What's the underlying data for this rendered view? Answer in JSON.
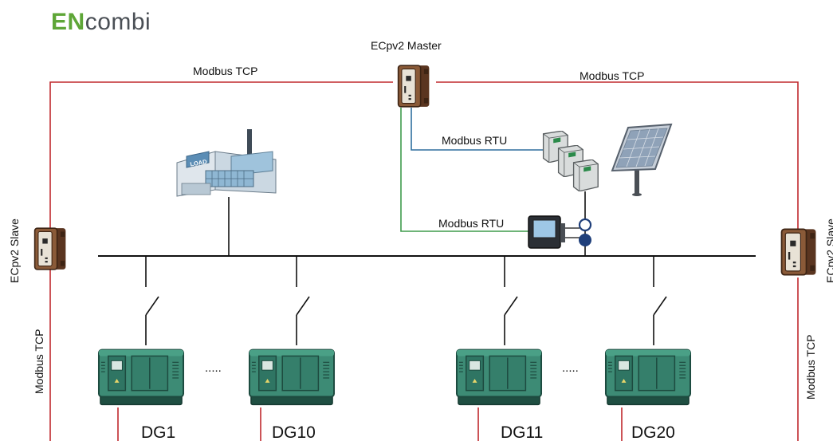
{
  "logo": {
    "prefix": "EN",
    "suffix": "combi"
  },
  "colors": {
    "tcp": "#c0282d",
    "rtu_blue": "#2e6f9e",
    "rtu_green": "#3f9b4c",
    "bus": "#111111",
    "genset": "#3d8b75"
  },
  "labels": {
    "master": "ECpv2 Master",
    "slave_left": "ECpv2 Slave",
    "slave_right": "ECpv2 Slave",
    "tcp_top_left": "Modbus TCP",
    "tcp_top_right": "Modbus TCP",
    "tcp_left_vertical": "Modbus TCP",
    "tcp_right_vertical": "Modbus TCP",
    "rtu_pv": "Modbus RTU",
    "rtu_meter": "Modbus RTU",
    "load_sign": "LOAD",
    "ellipsis_left": ".....",
    "ellipsis_right": "....."
  },
  "generators": [
    {
      "name": "DG1"
    },
    {
      "name": "DG10"
    },
    {
      "name": "DG11"
    },
    {
      "name": "DG20"
    }
  ],
  "icons": [
    "controller-icon",
    "factory-icon",
    "inverter-icon",
    "solar-panel-icon",
    "power-meter-icon",
    "current-transformer-icon",
    "breaker-icon",
    "genset-icon"
  ]
}
